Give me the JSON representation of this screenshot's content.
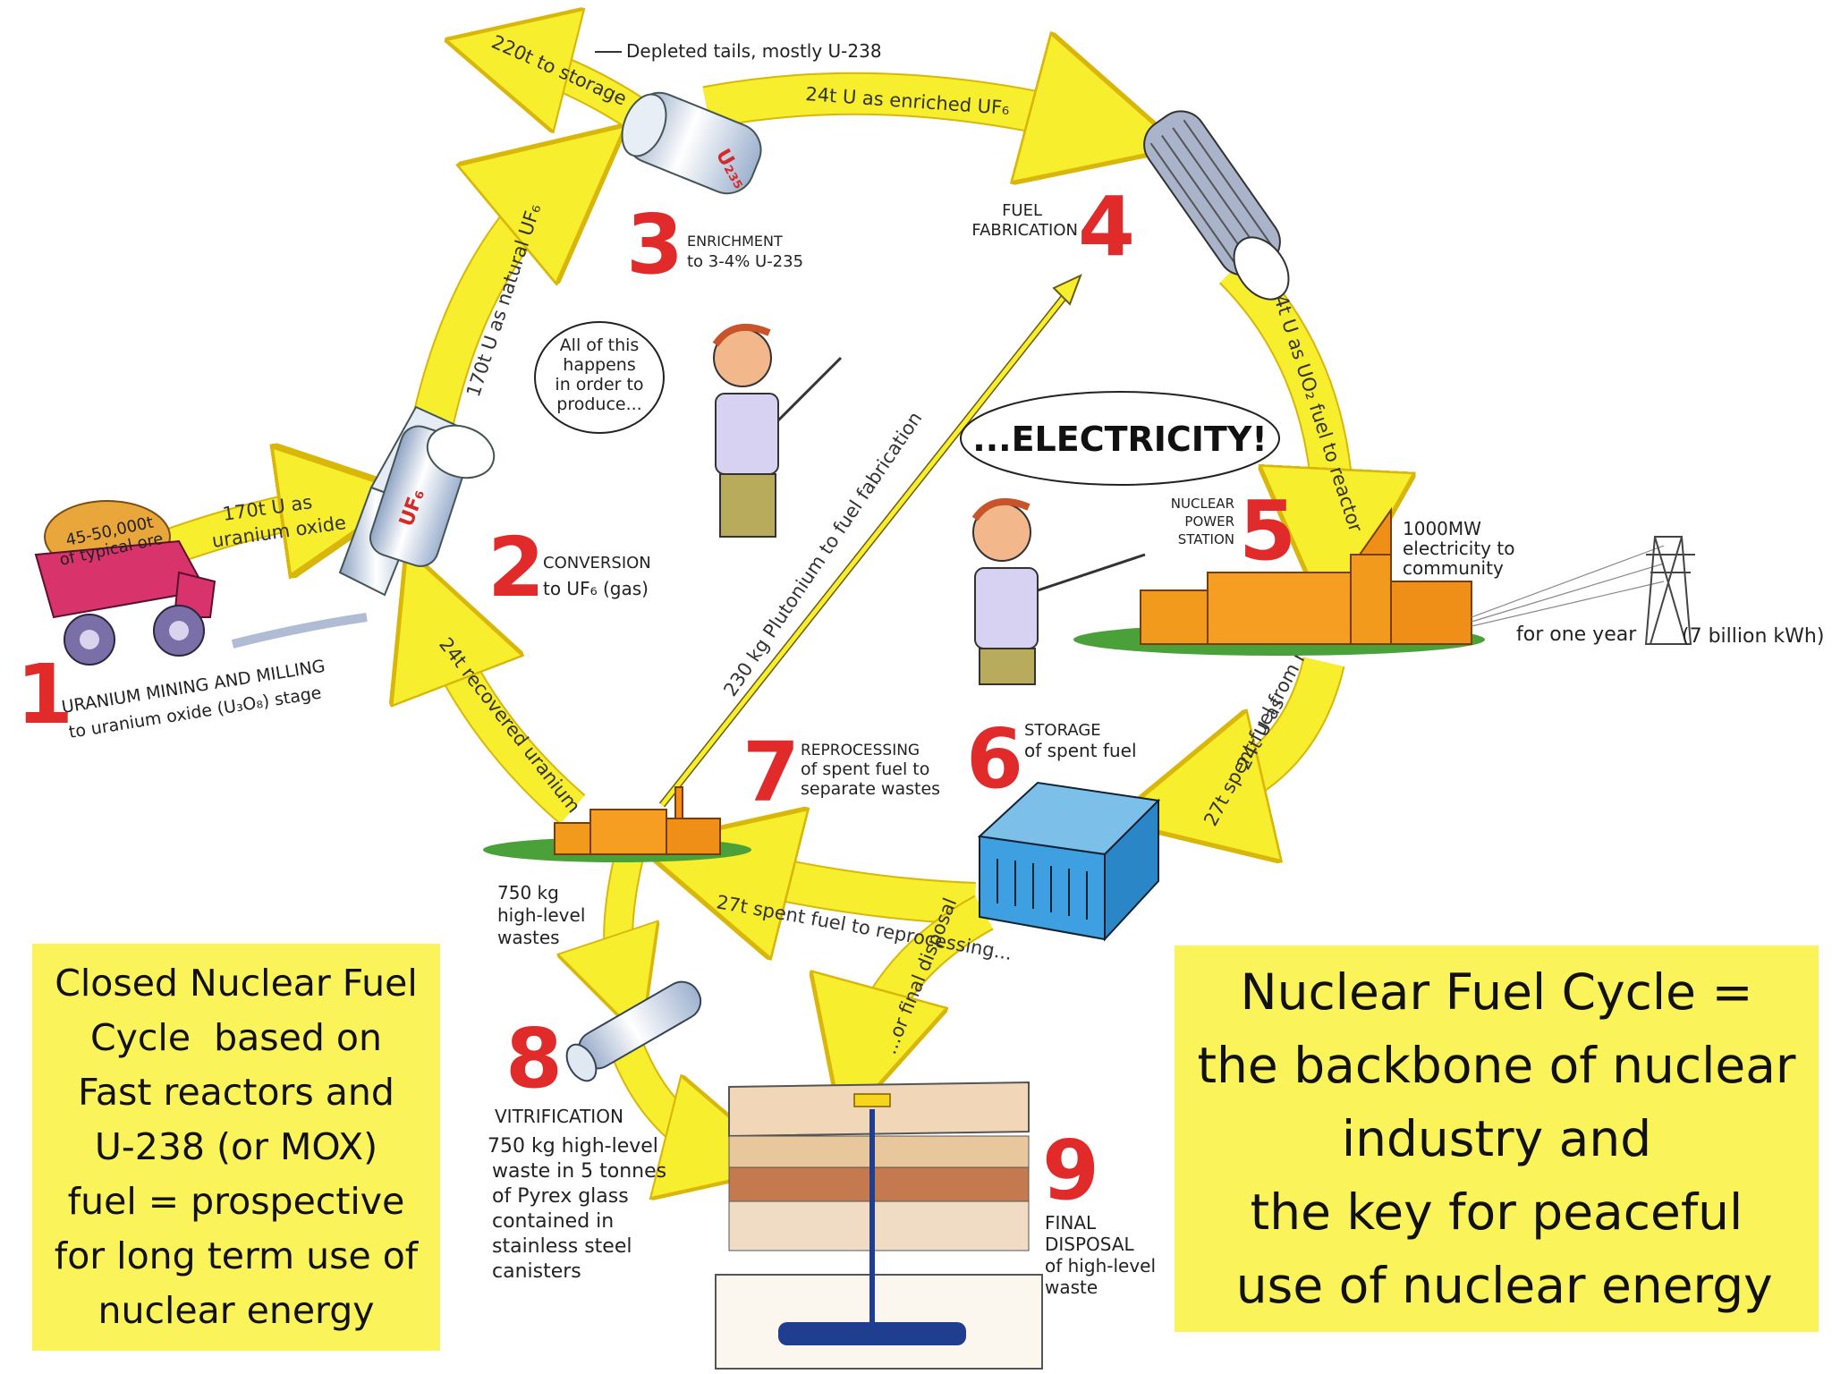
{
  "diagram": {
    "stages": [
      {
        "number": "1",
        "label_lines": [
          "URANIUM MINING AND MILLING",
          "to uranium oxide (U₃O₈) stage"
        ]
      },
      {
        "number": "2",
        "label_lines": [
          "CONVERSION",
          "to UF₆ (gas)"
        ]
      },
      {
        "number": "3",
        "label_lines": [
          "ENRICHMENT",
          "to 3-4% U-235"
        ]
      },
      {
        "number": "4",
        "label_lines": [
          "FUEL",
          "FABRICATION"
        ]
      },
      {
        "number": "5",
        "label_lines": [
          "NUCLEAR",
          "POWER",
          "STATION"
        ]
      },
      {
        "number": "6",
        "label_lines": [
          "STORAGE",
          "of spent fuel"
        ]
      },
      {
        "number": "7",
        "label_lines": [
          "REPROCESSING",
          "of spent fuel to",
          "separate wastes"
        ]
      },
      {
        "number": "8",
        "label_lines": [
          "VITRIFICATION",
          "750 kg high-level",
          "waste in 5 tonnes",
          "of Pyrex glass",
          "contained in",
          "stainless steel",
          "canisters"
        ]
      },
      {
        "number": "9",
        "label_lines": [
          "FINAL",
          "DISPOSAL",
          "of high-level",
          "waste"
        ]
      }
    ],
    "flows": {
      "ore": [
        "45-50,000t",
        "of typical ore"
      ],
      "mining_to_conversion": [
        "170t U as",
        "uranium oxide"
      ],
      "conversion_to_enrichment": "170t U as natural UF₆",
      "to_storage": "220t to storage",
      "depleted_tails": "Depleted tails, mostly U-238",
      "enrichment_to_fabrication": "24t U as enriched UF₆",
      "fabrication_to_reactor": "24t U as UO₂ fuel to reactor",
      "reactor_to_storage": [
        "24t U as",
        "27t spent fuel from reactor"
      ],
      "storage_to_reprocessing": "27t spent fuel to reprocessing...",
      "recovered_uranium": "24t recovered uranium",
      "plutonium": "230 kg Plutonium to fuel fabrication",
      "hlw": [
        "750 kg",
        "high-level",
        "wastes"
      ],
      "final_disposal": "...or final disposal",
      "electricity_output": [
        "1000MW",
        "electricity to",
        "community"
      ],
      "for_one_year": "for one year",
      "energy": "(7 billion kWh)"
    },
    "speech": {
      "bubble1": [
        "All of this",
        "happens",
        "in order to",
        "produce..."
      ],
      "bubble2": "...ELECTRICITY!"
    },
    "canister_labels": {
      "uf6": "UF₆",
      "u235": "U₂₃₅"
    }
  },
  "left_box": {
    "lines": [
      "Closed Nuclear Fuel",
      "Cycle  based on",
      "Fast reactors and",
      "U-238 (or MOX)",
      "fuel = prospective",
      "for long term use of",
      "nuclear energy"
    ]
  },
  "right_box": {
    "lines": [
      "Nuclear Fuel Cycle =",
      "the backbone of nuclear",
      "industry and",
      "the key for peaceful",
      " use of nuclear energy"
    ]
  },
  "colors": {
    "arrow": "#f7ee2d",
    "arrow_stroke": "#d9b70a",
    "number_red": "#e12a2a",
    "box_yellow": "#fbf35a",
    "building_orange": "#f29a1c",
    "grass_green": "#4aa13a"
  }
}
